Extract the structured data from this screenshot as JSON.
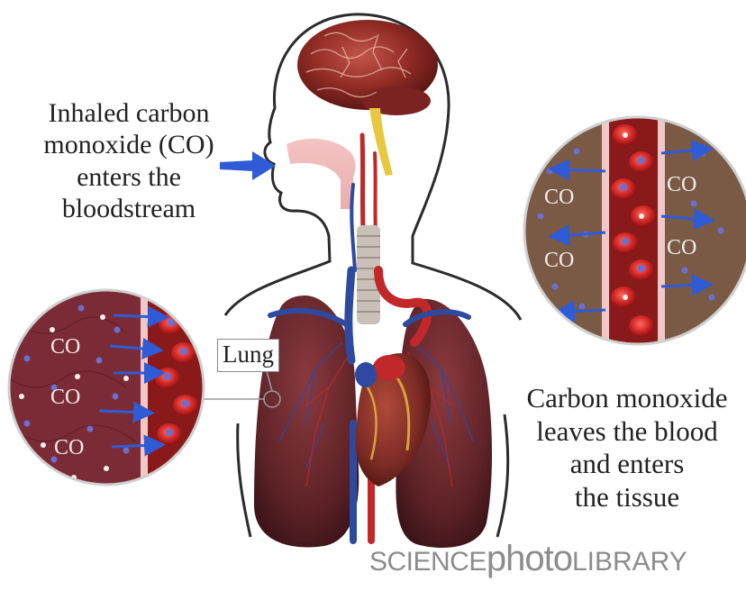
{
  "labels": {
    "inhaled_lines": [
      "Inhaled carbon",
      "monoxide (CO)",
      "enters the",
      "bloodstream"
    ],
    "lung": "Lung",
    "tissue_lines": [
      "Carbon monoxide",
      "leaves the blood",
      "and enters",
      "the tissue"
    ],
    "co_marker": "CO"
  },
  "watermark": {
    "science": "SCIENCE",
    "photo": "photo",
    "library": "LIBRARY"
  },
  "colors": {
    "outline": "#ffffff",
    "lung": "#5e2327",
    "heart": "#7a2a24",
    "artery": "#c0282a",
    "vein": "#2d4aa0",
    "tissue_left": "#7b2b35",
    "tissue_right": "#7a5a45",
    "blood_cell": "#d42a2a",
    "co_molecule": "#6b6fd0",
    "arrow": "#2f5bd6"
  }
}
